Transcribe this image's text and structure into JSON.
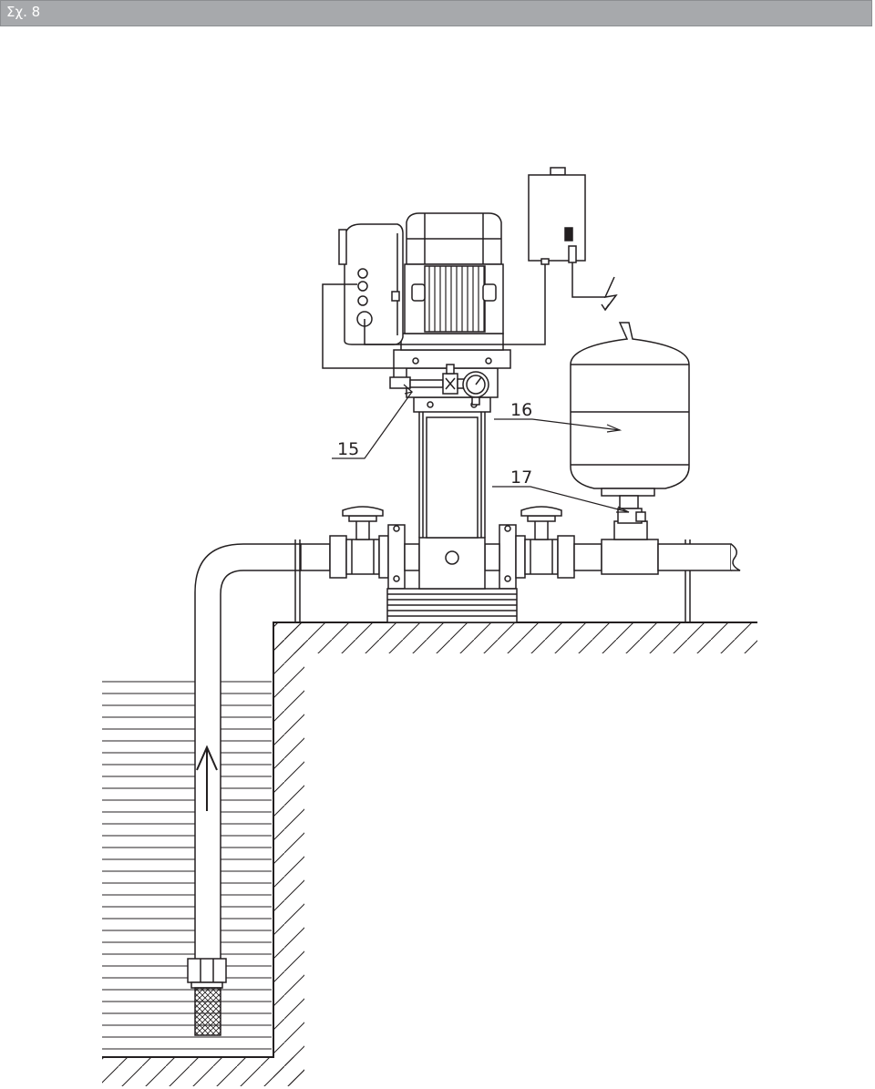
{
  "header": {
    "title": "Σχ. 8"
  },
  "callouts": [
    {
      "id": "15",
      "text": "15"
    },
    {
      "id": "16",
      "text": "16"
    },
    {
      "id": "17",
      "text": "17"
    }
  ],
  "colors": {
    "stroke": "#231f20",
    "header_bg": "#a7a9ac",
    "header_text": "#ffffff"
  }
}
